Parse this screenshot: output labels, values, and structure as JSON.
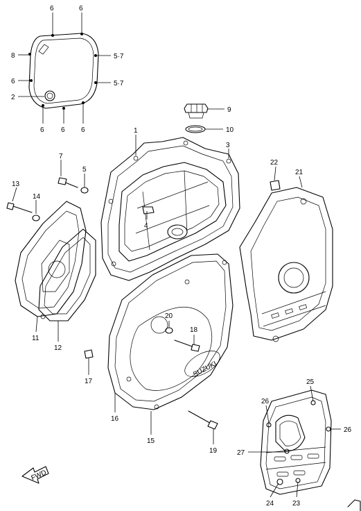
{
  "labels": {
    "l1": "1",
    "l2": "2",
    "l3": "3",
    "l4": "4",
    "l5a": "5",
    "l5_7a": "5·7",
    "l5_7b": "5·7",
    "l6a": "6",
    "l6b": "6",
    "l6c": "6",
    "l6d": "6",
    "l6e": "6",
    "l6f": "6",
    "l7": "7",
    "l8": "8",
    "l9": "9",
    "l10": "10",
    "l11": "11",
    "l12": "12",
    "l13": "13",
    "l14": "14",
    "l15": "15",
    "l16": "16",
    "l17": "17",
    "l18": "18",
    "l19": "19",
    "l20": "20",
    "l21": "21",
    "l22": "22",
    "l23": "23",
    "l24": "24",
    "l25": "25",
    "l26a": "26",
    "l26b": "26",
    "l27": "27"
  },
  "fwd_text": "FWD",
  "logo_text": "SUZUKI"
}
